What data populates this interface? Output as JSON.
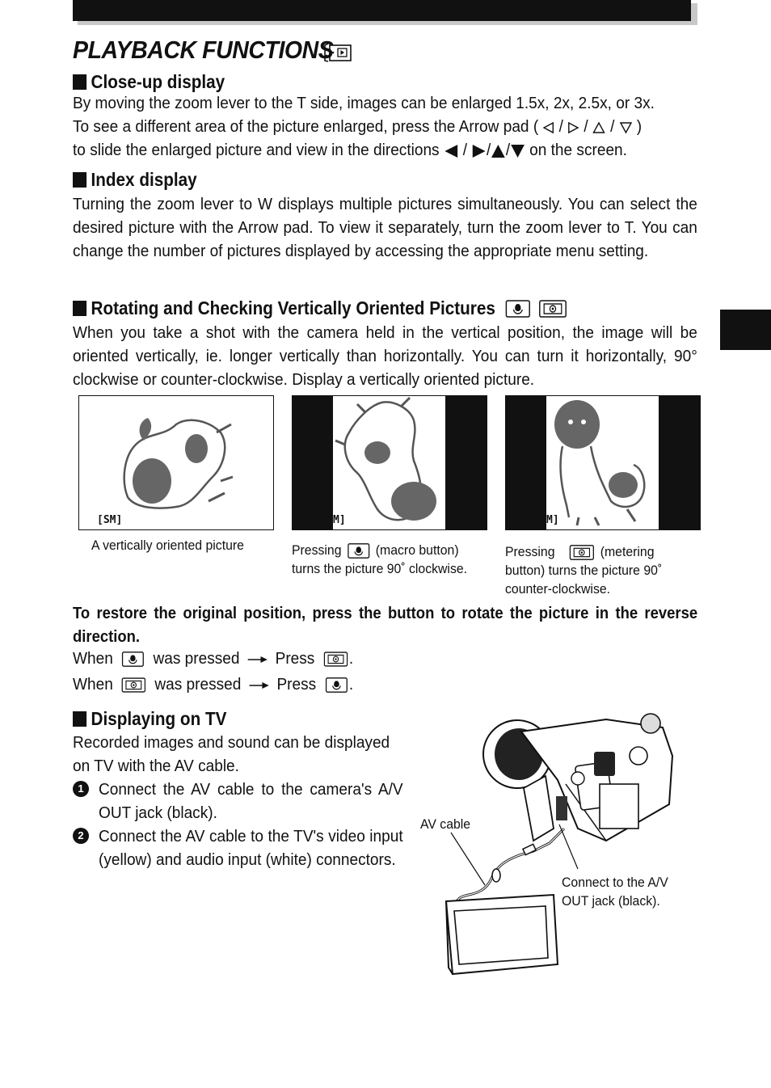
{
  "page": {
    "title": "PLAYBACK FUNCTIONS",
    "title_icon": "playback-mode-icon"
  },
  "closeup": {
    "heading": "Close-up display",
    "line1": "By moving the zoom lever to the T side, images can be enlarged 1.5x, 2x, 2.5x, or 3x.",
    "line2a": "To see a different area of the picture enlarged, press the Arrow pad (",
    "line2b": ")",
    "line3a": "to slide the enlarged picture and view in the directions",
    "line3b": "on the screen."
  },
  "index": {
    "heading": "Index display",
    "text": "Turning the zoom lever to W displays multiple pictures simultaneously. You can select the desired picture with the Arrow pad. To view it separately, turn the zoom lever to T. You can change the number of pictures displayed by accessing the appropriate menu setting."
  },
  "rotate": {
    "heading": "Rotating and Checking Vertically Oriented Pictures",
    "text": "When you take a shot with the camera held in the vertical position, the image will be oriented vertically, ie. longer vertically than horizontally. You can turn it horizontally, 90° clockwise or counter-clockwise. Display a vertically oriented picture.",
    "frame1_label": "[SM]",
    "frame2_label": "M]",
    "frame3_label": "M]",
    "caption1": "A vertically oriented picture",
    "caption2_a": "Pressing",
    "caption2_b": "(macro button)",
    "caption2_c": "turns the picture 90˚ clockwise.",
    "caption3_a": "Pressing",
    "caption3_b": "(metering",
    "caption3_c": "button) turns the picture 90˚",
    "caption3_d": "counter-clockwise.",
    "restore": "To restore the original position, press the button to rotate the picture in the reverse direction.",
    "when1_a": "When",
    "when1_b": "was pressed",
    "when1_c": "Press",
    "when2_a": "When",
    "when2_b": "was pressed",
    "when2_c": "Press",
    "period": "."
  },
  "tv": {
    "heading": "Displaying on TV",
    "text": "Recorded images and sound can be displayed on TV with the AV cable.",
    "step1_num": "1",
    "step1": "Connect the AV cable to the camera's A/V OUT jack (black).",
    "step2_num": "2",
    "step2": "Connect the AV cable to the TV's video input (yellow) and audio input (white) connectors.",
    "av_cable_label": "AV cable",
    "jack_label_1": "Connect to the A/V",
    "jack_label_2": "OUT jack (black)."
  }
}
